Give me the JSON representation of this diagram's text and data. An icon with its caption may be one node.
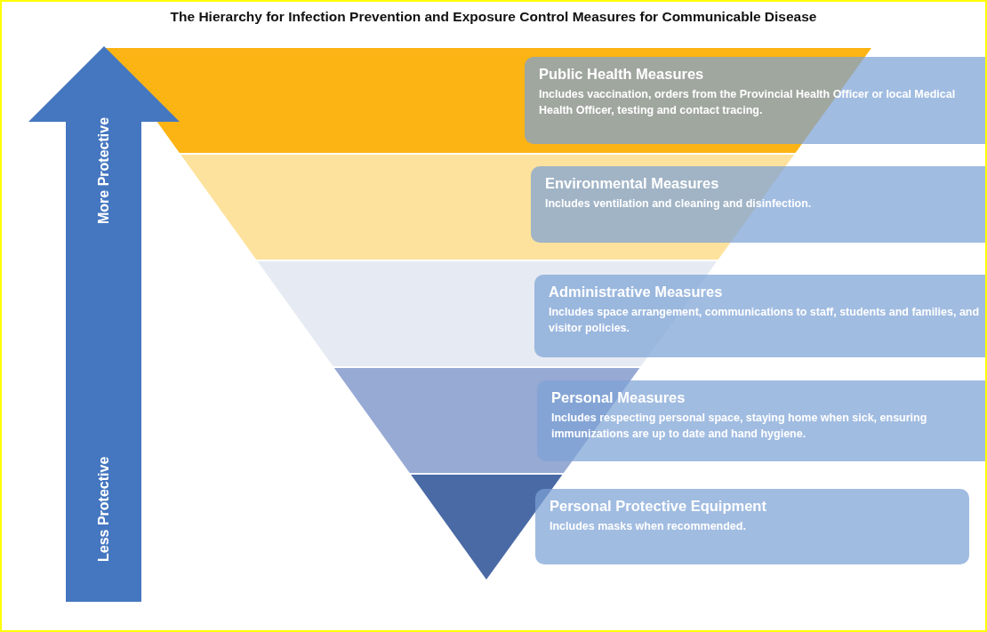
{
  "diagram": {
    "title": "The Hierarchy for Infection Prevention and Exposure Control Measures for Communicable Disease",
    "nodes": [
      {
        "text": [
          "Public Health Measures",
          "Includes vaccination, orders from the Provincial Health Officer or local Medical Health Officer, testing and contact tracing."
        ]
      },
      {
        "text": [
          "Environmental Measures",
          "Includes ventilation and cleaning and disinfection."
        ]
      },
      {
        "text": [
          "Administrative Measures",
          "Includes space arrangement, communications to staff, students and families, and visitor policies."
        ]
      },
      {
        "text": [
          "Personal Measures",
          "Includes respecting personal space, staying home when sick, ensuring immunizations are up to date and hand hygiene."
        ]
      },
      {
        "text": [
          "Personal Protective Equipment",
          "Includes masks when recommended."
        ]
      }
    ],
    "edges": [],
    "labels": [
      "More Protective",
      "Less Protective"
    ]
  }
}
